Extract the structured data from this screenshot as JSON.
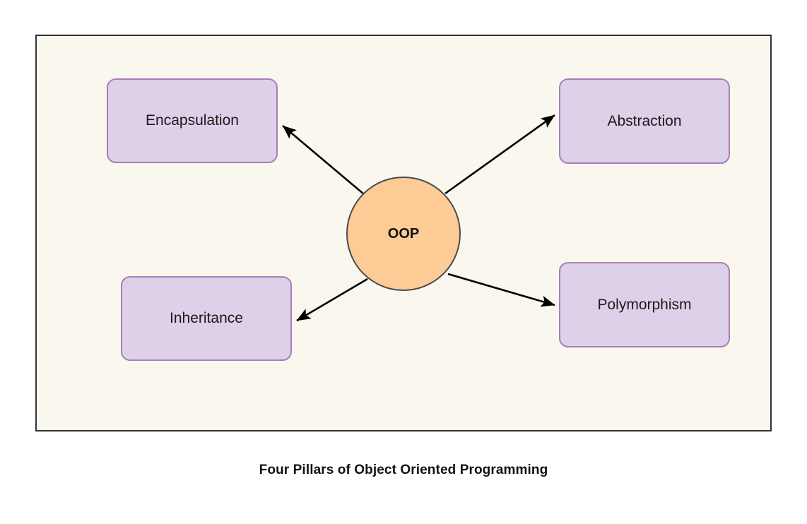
{
  "diagram": {
    "caption": "Four Pillars of Object Oriented Programming",
    "background_color": "#faf7ef",
    "frame_border_color": "#333333",
    "center": {
      "label": "OOP",
      "fill_color": "#fdcb96",
      "border_color": "#4a4a4a"
    },
    "node_fill_color": "#ded0e8",
    "node_border_color": "#a77fb8",
    "edge_color": "#000000",
    "nodes": [
      {
        "id": "encapsulation",
        "label": "Encapsulation"
      },
      {
        "id": "abstraction",
        "label": "Abstraction"
      },
      {
        "id": "inheritance",
        "label": "Inheritance"
      },
      {
        "id": "polymorphism",
        "label": "Polymorphism"
      }
    ],
    "edges": [
      {
        "from": "OOP",
        "to": "Encapsulation"
      },
      {
        "from": "OOP",
        "to": "Abstraction"
      },
      {
        "from": "OOP",
        "to": "Inheritance"
      },
      {
        "from": "OOP",
        "to": "Polymorphism"
      }
    ]
  }
}
